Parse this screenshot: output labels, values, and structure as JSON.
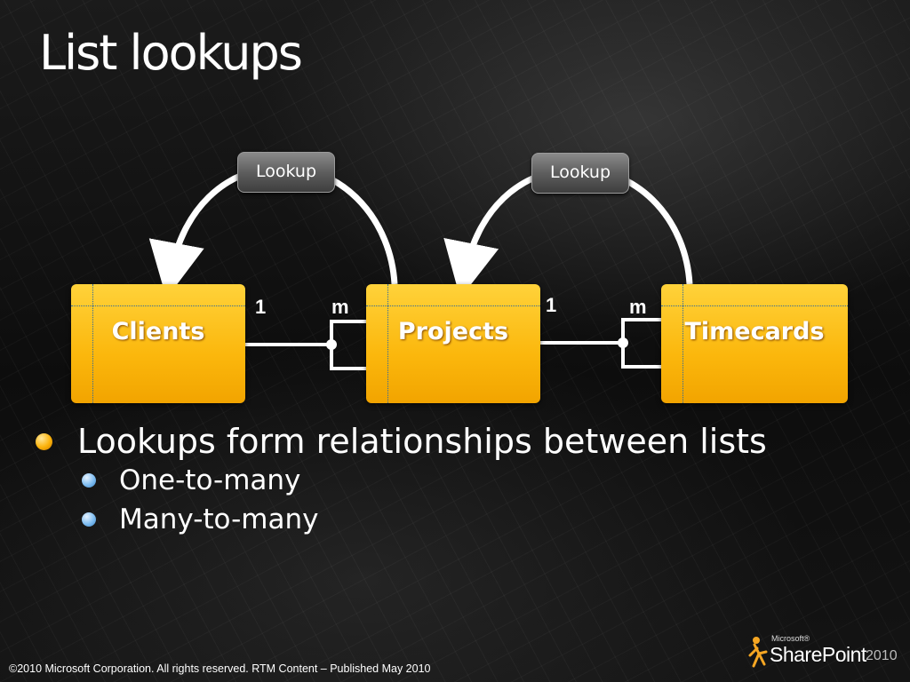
{
  "slide": {
    "title": "List lookups"
  },
  "diagram": {
    "lists": [
      {
        "label": "Clients"
      },
      {
        "label": "Projects"
      },
      {
        "label": "Timecards"
      }
    ],
    "lookups": [
      {
        "label": "Lookup"
      },
      {
        "label": "Lookup"
      }
    ],
    "cardinalities": [
      {
        "label": "1"
      },
      {
        "label": "m"
      },
      {
        "label": "1"
      },
      {
        "label": "m"
      }
    ],
    "colors": {
      "list_fill": "#fbb70c",
      "lookup_fill": "#5e5e5e",
      "connector": "#ffffff",
      "dotted_guides": "#2f6a9c"
    }
  },
  "bullets": {
    "main": "Lookups form relationships between lists",
    "subs": [
      "One-to-many",
      "Many-to-many"
    ]
  },
  "footer": {
    "copyright": "©2010 Microsoft Corporation. All rights reserved. RTM Content – Published May 2010"
  },
  "logo": {
    "company": "Microsoft®",
    "product": "SharePoint",
    "year": "2010"
  }
}
